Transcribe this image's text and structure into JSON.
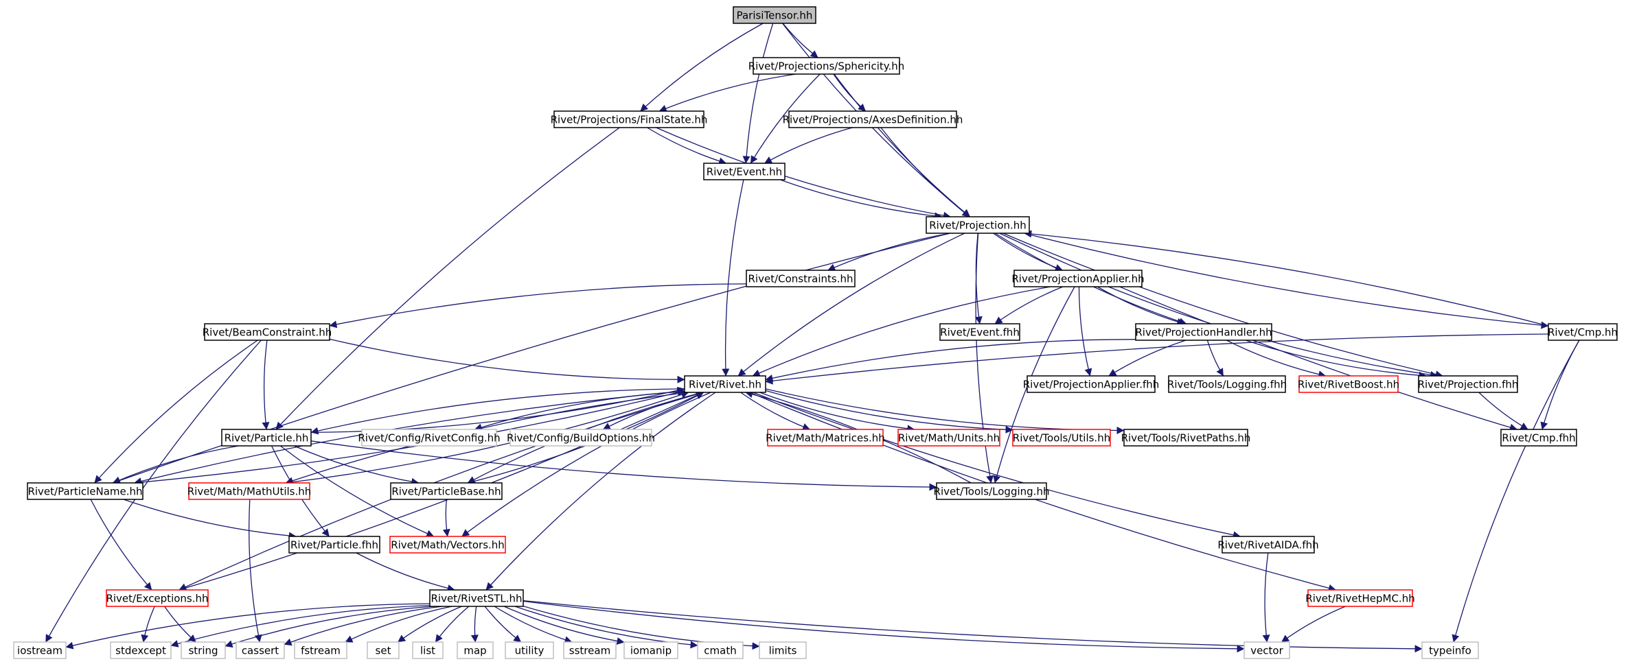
{
  "colors": {
    "edge": "#191970",
    "border_normal": "#000000",
    "border_missing": "#ff0000",
    "border_system": "#bfbfbf",
    "fill_root": "#bfbfbf",
    "fill_default": "#ffffff"
  },
  "nodes": [
    {
      "id": "parisi",
      "label": "ParisiTensor.hh",
      "style": "root"
    },
    {
      "id": "sphericity",
      "label": "Rivet/Projections/Sphericity.hh",
      "style": "normal"
    },
    {
      "id": "finalstate",
      "label": "Rivet/Projections/FinalState.hh",
      "style": "normal"
    },
    {
      "id": "axesdef",
      "label": "Rivet/Projections/AxesDefinition.hh",
      "style": "normal"
    },
    {
      "id": "event",
      "label": "Rivet/Event.hh",
      "style": "normal"
    },
    {
      "id": "projection",
      "label": "Rivet/Projection.hh",
      "style": "normal"
    },
    {
      "id": "constraints",
      "label": "Rivet/Constraints.hh",
      "style": "normal"
    },
    {
      "id": "projapplier",
      "label": "Rivet/ProjectionApplier.hh",
      "style": "normal"
    },
    {
      "id": "beamconstraint",
      "label": "Rivet/BeamConstraint.hh",
      "style": "normal"
    },
    {
      "id": "eventfhh",
      "label": "Rivet/Event.fhh",
      "style": "normal"
    },
    {
      "id": "projhandler",
      "label": "Rivet/ProjectionHandler.hh",
      "style": "normal"
    },
    {
      "id": "cmp",
      "label": "Rivet/Cmp.hh",
      "style": "normal"
    },
    {
      "id": "rivet",
      "label": "Rivet/Rivet.hh",
      "style": "normal"
    },
    {
      "id": "projapplierfhh",
      "label": "Rivet/ProjectionApplier.fhh",
      "style": "normal"
    },
    {
      "id": "logfhh",
      "label": "Rivet/Tools/Logging.fhh",
      "style": "normal"
    },
    {
      "id": "rivetboost",
      "label": "Rivet/RivetBoost.hh",
      "style": "missing"
    },
    {
      "id": "projfhh",
      "label": "Rivet/Projection.fhh",
      "style": "normal"
    },
    {
      "id": "particle",
      "label": "Rivet/Particle.hh",
      "style": "normal"
    },
    {
      "id": "rivetconfig",
      "label": "Rivet/Config/RivetConfig.hh",
      "style": "system"
    },
    {
      "id": "buildoptions",
      "label": "Rivet/Config/BuildOptions.hh",
      "style": "system"
    },
    {
      "id": "matrices",
      "label": "Rivet/Math/Matrices.hh",
      "style": "missing"
    },
    {
      "id": "units",
      "label": "Rivet/Math/Units.hh",
      "style": "missing"
    },
    {
      "id": "utils",
      "label": "Rivet/Tools/Utils.hh",
      "style": "missing"
    },
    {
      "id": "rivetpaths",
      "label": "Rivet/Tools/RivetPaths.hh",
      "style": "normal"
    },
    {
      "id": "cmpfhh",
      "label": "Rivet/Cmp.fhh",
      "style": "normal"
    },
    {
      "id": "particlename",
      "label": "Rivet/ParticleName.hh",
      "style": "normal"
    },
    {
      "id": "mathutils",
      "label": "Rivet/Math/MathUtils.hh",
      "style": "missing"
    },
    {
      "id": "particlebase",
      "label": "Rivet/ParticleBase.hh",
      "style": "normal"
    },
    {
      "id": "logging",
      "label": "Rivet/Tools/Logging.hh",
      "style": "normal"
    },
    {
      "id": "particlefhh",
      "label": "Rivet/Particle.fhh",
      "style": "normal"
    },
    {
      "id": "vectors",
      "label": "Rivet/Math/Vectors.hh",
      "style": "missing"
    },
    {
      "id": "rivetaida",
      "label": "Rivet/RivetAIDA.fhh",
      "style": "normal"
    },
    {
      "id": "exceptions",
      "label": "Rivet/Exceptions.hh",
      "style": "missing"
    },
    {
      "id": "rivetstl",
      "label": "Rivet/RivetSTL.hh",
      "style": "normal"
    },
    {
      "id": "rivethepmc",
      "label": "Rivet/RivetHepMC.hh",
      "style": "missing"
    },
    {
      "id": "iostream",
      "label": "iostream",
      "style": "system"
    },
    {
      "id": "stdexcept",
      "label": "stdexcept",
      "style": "system"
    },
    {
      "id": "string",
      "label": "string",
      "style": "system"
    },
    {
      "id": "cassert",
      "label": "cassert",
      "style": "system"
    },
    {
      "id": "fstream",
      "label": "fstream",
      "style": "system"
    },
    {
      "id": "set",
      "label": "set",
      "style": "system"
    },
    {
      "id": "list",
      "label": "list",
      "style": "system"
    },
    {
      "id": "map",
      "label": "map",
      "style": "system"
    },
    {
      "id": "utility",
      "label": "utility",
      "style": "system"
    },
    {
      "id": "sstream",
      "label": "sstream",
      "style": "system"
    },
    {
      "id": "iomanip",
      "label": "iomanip",
      "style": "system"
    },
    {
      "id": "cmath",
      "label": "cmath",
      "style": "system"
    },
    {
      "id": "limits",
      "label": "limits",
      "style": "system"
    },
    {
      "id": "vector",
      "label": "vector",
      "style": "system"
    },
    {
      "id": "typeinfo",
      "label": "typeinfo",
      "style": "system"
    }
  ],
  "edges": [
    [
      "parisi",
      "sphericity"
    ],
    [
      "parisi",
      "finalstate"
    ],
    [
      "parisi",
      "event"
    ],
    [
      "parisi",
      "projection"
    ],
    [
      "sphericity",
      "finalstate"
    ],
    [
      "sphericity",
      "axesdef"
    ],
    [
      "sphericity",
      "event"
    ],
    [
      "sphericity",
      "projection"
    ],
    [
      "finalstate",
      "event"
    ],
    [
      "finalstate",
      "projection"
    ],
    [
      "finalstate",
      "particle"
    ],
    [
      "axesdef",
      "event"
    ],
    [
      "axesdef",
      "projection"
    ],
    [
      "event",
      "projection"
    ],
    [
      "event",
      "rivet"
    ],
    [
      "projection",
      "constraints"
    ],
    [
      "projection",
      "projapplier"
    ],
    [
      "projection",
      "eventfhh"
    ],
    [
      "projection",
      "projhandler"
    ],
    [
      "projection",
      "cmp"
    ],
    [
      "projection",
      "rivet"
    ],
    [
      "projection",
      "projfhh"
    ],
    [
      "projection",
      "cmpfhh"
    ],
    [
      "projection",
      "particlename"
    ],
    [
      "projection",
      "logging"
    ],
    [
      "constraints",
      "beamconstraint"
    ],
    [
      "projapplier",
      "eventfhh"
    ],
    [
      "projapplier",
      "projhandler"
    ],
    [
      "projapplier",
      "projapplierfhh"
    ],
    [
      "projapplier",
      "rivet"
    ],
    [
      "projapplier",
      "projfhh"
    ],
    [
      "projapplier",
      "logging"
    ],
    [
      "beamconstraint",
      "rivet"
    ],
    [
      "beamconstraint",
      "particle"
    ],
    [
      "beamconstraint",
      "particlename"
    ],
    [
      "beamconstraint",
      "iostream"
    ],
    [
      "projhandler",
      "rivet"
    ],
    [
      "projhandler",
      "projapplierfhh"
    ],
    [
      "projhandler",
      "logfhh"
    ],
    [
      "projhandler",
      "rivetboost"
    ],
    [
      "projhandler",
      "projfhh"
    ],
    [
      "cmp",
      "projection"
    ],
    [
      "cmp",
      "rivet"
    ],
    [
      "cmp",
      "cmpfhh"
    ],
    [
      "cmp",
      "typeinfo"
    ],
    [
      "projfhh",
      "cmpfhh"
    ],
    [
      "rivet",
      "particle"
    ],
    [
      "rivet",
      "rivetconfig"
    ],
    [
      "rivet",
      "buildoptions"
    ],
    [
      "rivet",
      "matrices"
    ],
    [
      "rivet",
      "units"
    ],
    [
      "rivet",
      "utils"
    ],
    [
      "rivet",
      "rivetpaths"
    ],
    [
      "rivet",
      "rivetaida"
    ],
    [
      "rivet",
      "rivethepmc"
    ],
    [
      "rivet",
      "rivetstl"
    ],
    [
      "rivet",
      "exceptions"
    ],
    [
      "rivet",
      "mathutils"
    ],
    [
      "rivet",
      "particlename"
    ],
    [
      "rivet",
      "vectors"
    ],
    [
      "rivet",
      "particlebase"
    ],
    [
      "particle",
      "rivet"
    ],
    [
      "particle",
      "particlename"
    ],
    [
      "particle",
      "particlebase"
    ],
    [
      "particle",
      "particlefhh"
    ],
    [
      "particle",
      "vectors"
    ],
    [
      "particle",
      "logging"
    ],
    [
      "particlename",
      "rivet"
    ],
    [
      "particlename",
      "particlefhh"
    ],
    [
      "particlename",
      "exceptions"
    ],
    [
      "mathutils",
      "rivet"
    ],
    [
      "mathutils",
      "cassert"
    ],
    [
      "particlebase",
      "rivet"
    ],
    [
      "particlebase",
      "vectors"
    ],
    [
      "logging",
      "rivet"
    ],
    [
      "particlefhh",
      "rivetstl"
    ],
    [
      "rivetaida",
      "vector"
    ],
    [
      "exceptions",
      "rivet"
    ],
    [
      "exceptions",
      "stdexcept"
    ],
    [
      "exceptions",
      "string"
    ],
    [
      "rivethepmc",
      "vector"
    ],
    [
      "rivetstl",
      "iostream"
    ],
    [
      "rivetstl",
      "stdexcept"
    ],
    [
      "rivetstl",
      "string"
    ],
    [
      "rivetstl",
      "cassert"
    ],
    [
      "rivetstl",
      "fstream"
    ],
    [
      "rivetstl",
      "set"
    ],
    [
      "rivetstl",
      "list"
    ],
    [
      "rivetstl",
      "map"
    ],
    [
      "rivetstl",
      "utility"
    ],
    [
      "rivetstl",
      "sstream"
    ],
    [
      "rivetstl",
      "iomanip"
    ],
    [
      "rivetstl",
      "cmath"
    ],
    [
      "rivetstl",
      "limits"
    ],
    [
      "rivetstl",
      "vector"
    ],
    [
      "rivetstl",
      "typeinfo"
    ]
  ]
}
